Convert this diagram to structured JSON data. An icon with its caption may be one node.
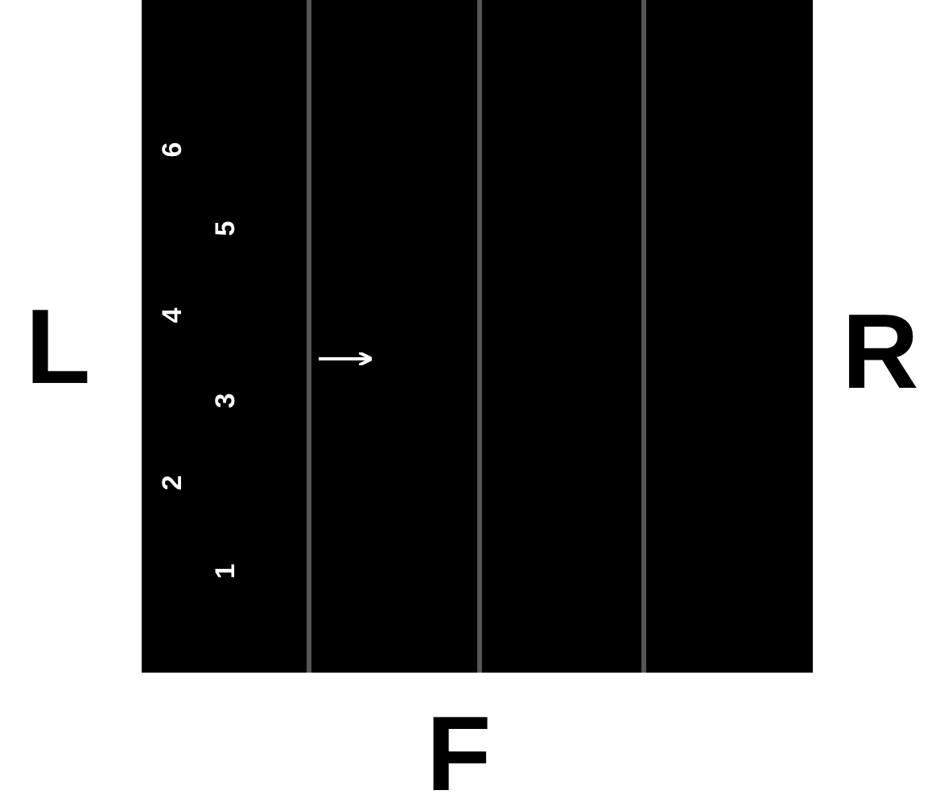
{
  "diagram": {
    "labels": [
      "6",
      "5",
      "4",
      "3",
      "2",
      "1",
      "L",
      "R",
      "F"
    ]
  }
}
